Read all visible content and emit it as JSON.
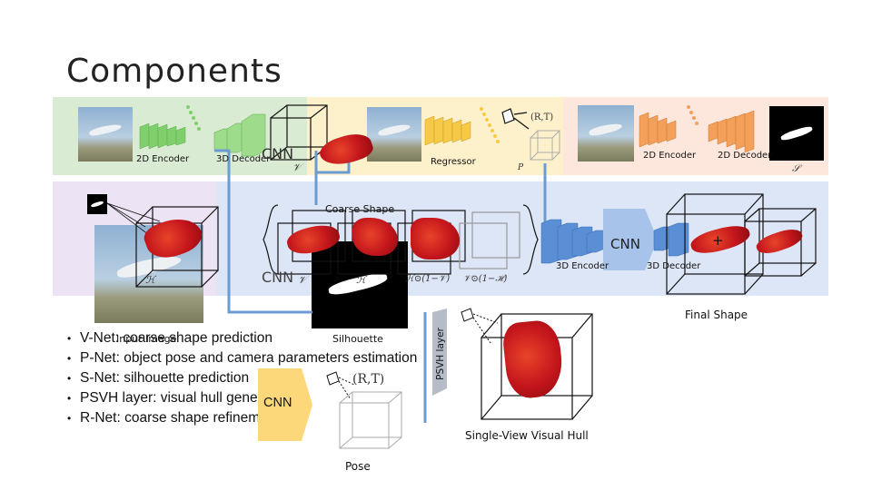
{
  "slide": {
    "title": "Components",
    "labels": {
      "enc2d_left": "2D Encoder",
      "dec3d_left": "3D Decoder",
      "cnn_top": "CNN",
      "regressor": "Regressor",
      "pose_param": "(R,T)",
      "enc2d_right": "2D Encoder",
      "dec2d_right": "2D Decoder",
      "coarse_shape": "Coarse Shape",
      "cnn_mid": "CNN",
      "cnn_bottom": "CNN",
      "enc3d": "3D Encoder",
      "dec3d_right": "3D Decoder",
      "final_shape": "Final Shape",
      "input_image": "Input Image",
      "silhouette": "Silhouette",
      "psvh_layer": "PSVH layer",
      "pose_bottom_param": "(R,T)",
      "cnn_box": "CNN",
      "single_view_hull": "Single-View Visual Hull",
      "pose": "Pose",
      "plus_sign": "+"
    },
    "math": {
      "v": "𝒱",
      "p": "P",
      "s": "𝒮",
      "h": "ℋ",
      "h_mask": "ℋ⊙(1−𝒱)",
      "v_mask": "𝒱⊙(1−ℋ)"
    },
    "bullets": [
      "V-Net: coarse shape prediction",
      "P-Net: object pose and camera parameters estimation",
      "S-Net: silhouette prediction",
      "PSVH layer: visual hull generation",
      "R-Net: coarse shape refinement"
    ],
    "colors": {
      "band_vnet": "#d9ecd3",
      "band_pnet": "#fdf1cc",
      "band_snet": "#fde7dc",
      "band_rnet": "#dde6f6",
      "band_psvh": "#ece4f5",
      "green_blocks": "#7fcf6d",
      "yellow_blocks": "#f7c948",
      "orange_blocks": "#f4a05a",
      "blue_blocks": "#5a8fd6",
      "connector": "#6b9bd1"
    }
  }
}
